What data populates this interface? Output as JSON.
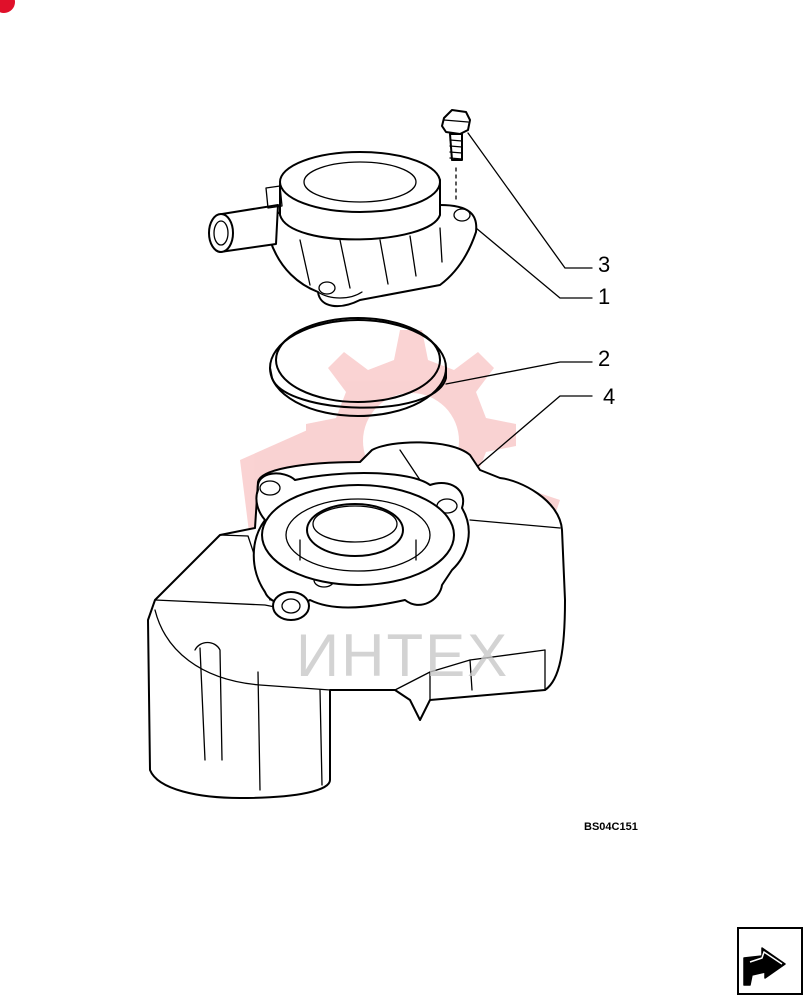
{
  "callouts": [
    {
      "id": "1",
      "label": "1"
    },
    {
      "id": "2",
      "label": "2"
    },
    {
      "id": "3",
      "label": "3"
    },
    {
      "id": "4",
      "label": "4"
    }
  ],
  "drawing_code": "BS04C151",
  "watermark": {
    "text": "ИНТЕХ",
    "color": "#f2a0a0"
  },
  "nav_icon": "next-page-arrow-icon",
  "corner_icon": "red-dot-icon"
}
